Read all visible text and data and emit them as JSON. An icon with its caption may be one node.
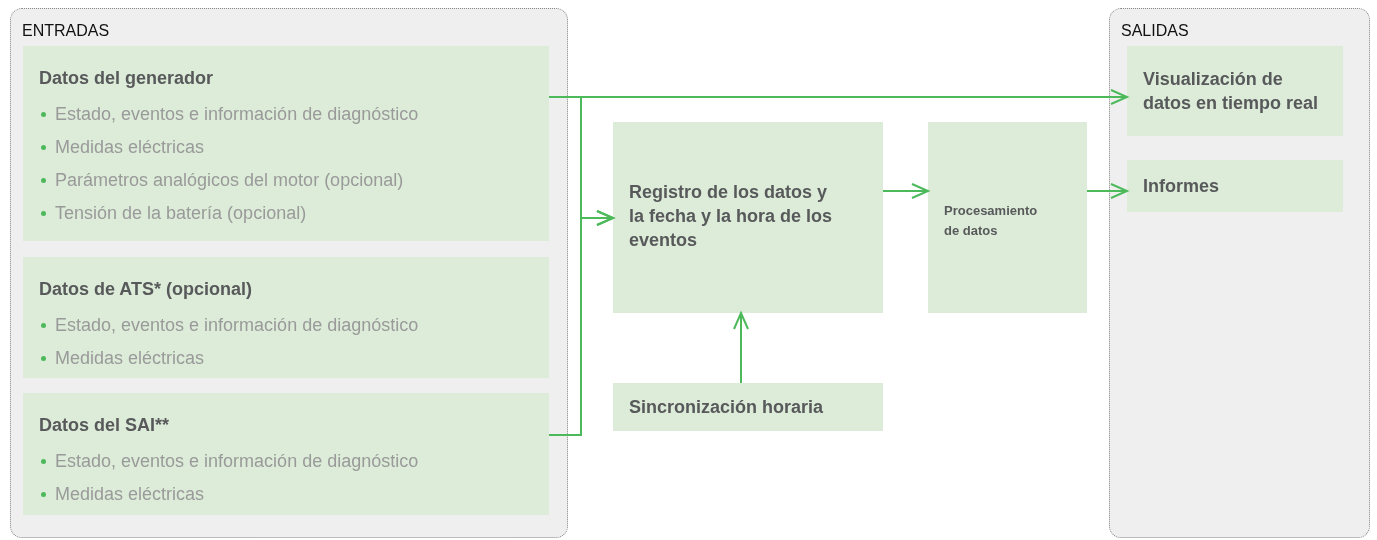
{
  "diagram": {
    "nodes": [
      {
        "text": [
          "ENTRADAS"
        ]
      },
      {
        "text": [
          "Datos del generador",
          "Estado, eventos e información de diagnóstico",
          "Medidas eléctricas",
          "Parámetros analógicos del motor (opcional)",
          "Tensión de la batería (opcional)"
        ],
        "in": 0
      },
      {
        "text": [
          "Datos de ATS* (opcional)",
          "Estado, eventos e información de diagnóstico",
          "Medidas eléctricas"
        ],
        "in": 0
      },
      {
        "text": [
          "Datos del SAI**",
          "Estado, eventos e información de diagnóstico",
          "Medidas eléctricas"
        ],
        "in": 0
      },
      {
        "text": [
          "Registro de los datos y la fecha y la hora de los eventos"
        ]
      },
      {
        "text": [
          "Procesamiento de datos"
        ]
      },
      {
        "text": [
          "Sincronización horaria"
        ]
      },
      {
        "text": [
          "SALIDAS"
        ]
      },
      {
        "text": [
          "Visualización de datos en tiempo real"
        ],
        "in": 7
      },
      {
        "text": [
          "Informes"
        ],
        "in": 7
      }
    ],
    "edges": [
      {
        "from": 1,
        "to": 8,
        "arrow": "to"
      },
      {
        "from": 1,
        "to": 4,
        "arrow": "to"
      },
      {
        "from": 3,
        "to": 4,
        "arrow": "to"
      },
      {
        "from": 4,
        "to": 5,
        "arrow": "to"
      },
      {
        "from": 5,
        "to": 9,
        "arrow": "to"
      },
      {
        "from": 6,
        "to": 4,
        "arrow": "to"
      }
    ]
  }
}
